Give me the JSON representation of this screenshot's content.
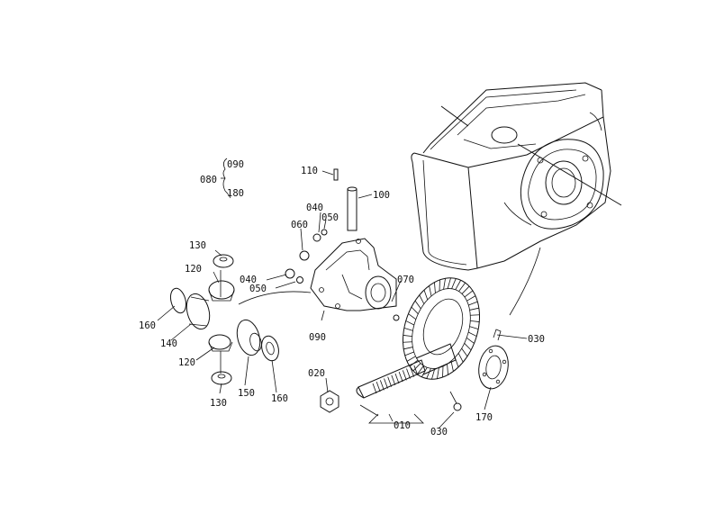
{
  "diagram": {
    "labels": {
      "p010": "010",
      "p020": "020",
      "p030a": "030",
      "p030b": "030",
      "p040a": "040",
      "p040b": "040",
      "p050a": "050",
      "p050b": "050",
      "p060": "060",
      "p070": "070",
      "p080": "080",
      "p090a": "090",
      "p090b": "090",
      "p100": "100",
      "p110": "110",
      "p120a": "120",
      "p120b": "120",
      "p130a": "130",
      "p130b": "130",
      "p140": "140",
      "p150": "150",
      "p160a": "160",
      "p160b": "160",
      "p170": "170",
      "p180": "180"
    }
  }
}
